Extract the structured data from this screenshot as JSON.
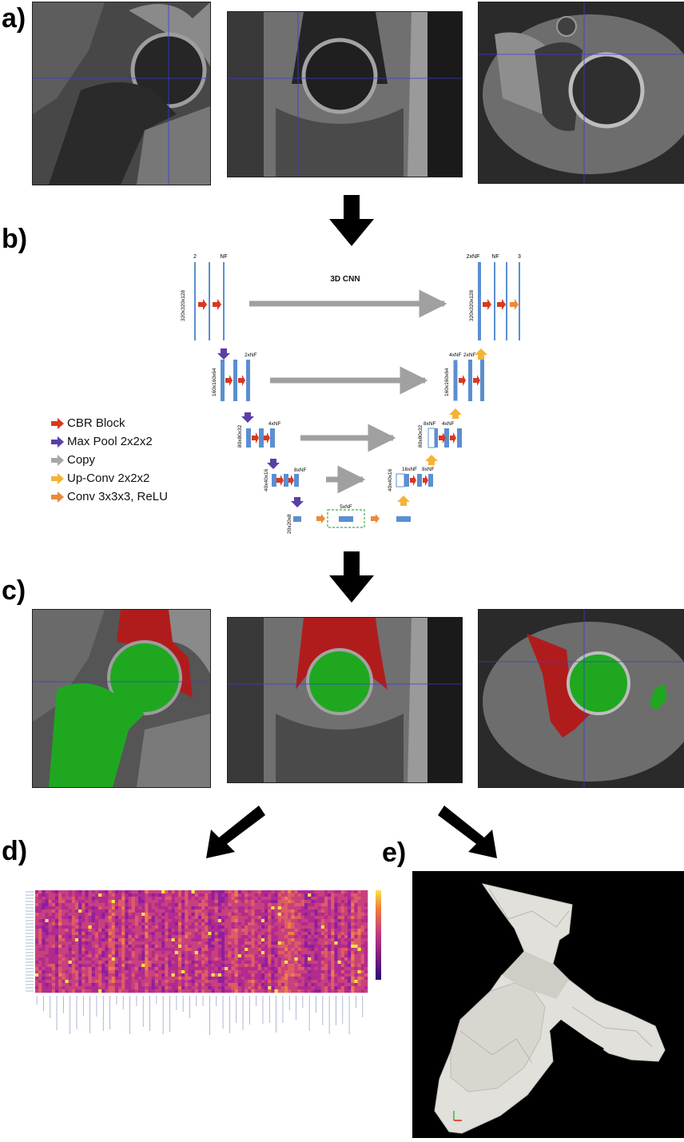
{
  "labels": {
    "a": "a)",
    "b": "b)",
    "c": "c)",
    "d": "d)",
    "e": "e)"
  },
  "cnn": {
    "title": "3D CNN",
    "enc_top": {
      "c1": "2",
      "c2": "NF"
    },
    "dec_top": {
      "c1": "2xNF",
      "c2": "NF",
      "c3": "3"
    },
    "sizes": [
      "320x320x128",
      "160x160x64",
      "80x80x32",
      "40x40x16",
      "20x20x8"
    ],
    "enc_labels": [
      "2xNF",
      "4xNF",
      "8xNF"
    ],
    "dec_labels": [
      [
        "4xNF",
        "2xNF"
      ],
      [
        "8xNF",
        "4xNF"
      ],
      [
        "16xNF",
        "8xNF"
      ]
    ],
    "bottleneck": "5xNF"
  },
  "legend": [
    {
      "label": "CBR Block",
      "color": "#d9381e",
      "icon": "arrow-icon"
    },
    {
      "label": "Max Pool 2x2x2",
      "color": "#5a3fa8",
      "icon": "arrow-icon"
    },
    {
      "label": "Copy",
      "color": "#a7a7a7",
      "icon": "arrow-icon"
    },
    {
      "label": "Up-Conv 2x2x2",
      "color": "#f5b335",
      "icon": "arrow-icon"
    },
    {
      "label": "Conv 3x3x3, ReLU",
      "color": "#e98b3a",
      "icon": "arrow-icon"
    }
  ],
  "colors": {
    "segmentation_femur": "#1fa81f",
    "segmentation_acetabulum": "#b01c1c",
    "layer": "#5b8fd0",
    "heat_low": "#2b0a7a",
    "heat_mid": "#c13584",
    "heat_high": "#f8e34a"
  }
}
